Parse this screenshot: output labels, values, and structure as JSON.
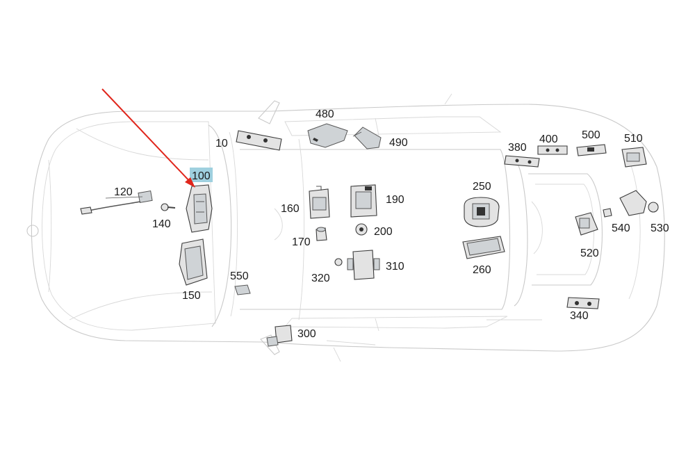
{
  "colors": {
    "highlight": "#9fd0df",
    "arrow": "#e0261c",
    "outline": "#c9c9c9"
  },
  "labels": {
    "p10": "10",
    "p100": "100",
    "p120": "120",
    "p140": "140",
    "p150": "150",
    "p160": "160",
    "p170": "170",
    "p190": "190",
    "p200": "200",
    "p250": "250",
    "p260": "260",
    "p300": "300",
    "p310": "310",
    "p320": "320",
    "p340": "340",
    "p380": "380",
    "p400": "400",
    "p480": "480",
    "p490": "490",
    "p500": "500",
    "p510": "510",
    "p520": "520",
    "p530": "530",
    "p540": "540",
    "p550": "550"
  },
  "selected_part": "100"
}
